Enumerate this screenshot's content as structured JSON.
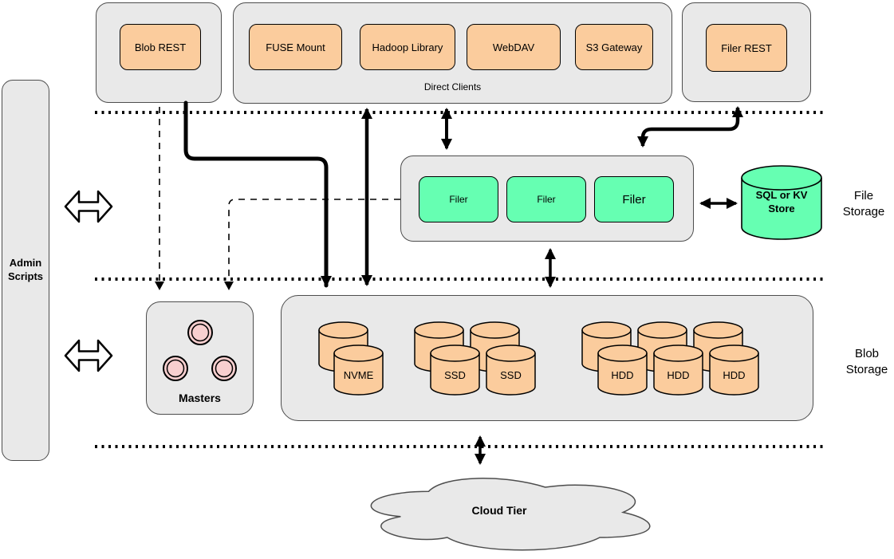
{
  "colors": {
    "container_fill": "#e9e9e9",
    "container_stroke": "#4d4d4d",
    "client_box_fill": "#fbcc9d",
    "filer_box_fill": "#66ffb2",
    "master_circle_fill": "#f8cfcf",
    "line_color": "#000000"
  },
  "admin_panel": {
    "label": "Admin Scripts"
  },
  "clients": {
    "blob_rest": "Blob REST",
    "direct_clients_label": "Direct Clients",
    "direct_clients": [
      "FUSE Mount",
      "Hadoop Library",
      "WebDAV",
      "S3 Gateway"
    ],
    "filer_rest": "Filer REST"
  },
  "file_storage": {
    "section_label": "File Storage",
    "filers": [
      "Filer",
      "Filer",
      "Filer"
    ],
    "kv_store": "SQL or KV Store"
  },
  "blob_storage": {
    "section_label": "Blob Storage",
    "masters_label": "Masters",
    "volumes": [
      "NVME",
      "SSD",
      "SSD",
      "HDD",
      "HDD",
      "HDD"
    ]
  },
  "cloud_tier": {
    "label": "Cloud Tier"
  }
}
